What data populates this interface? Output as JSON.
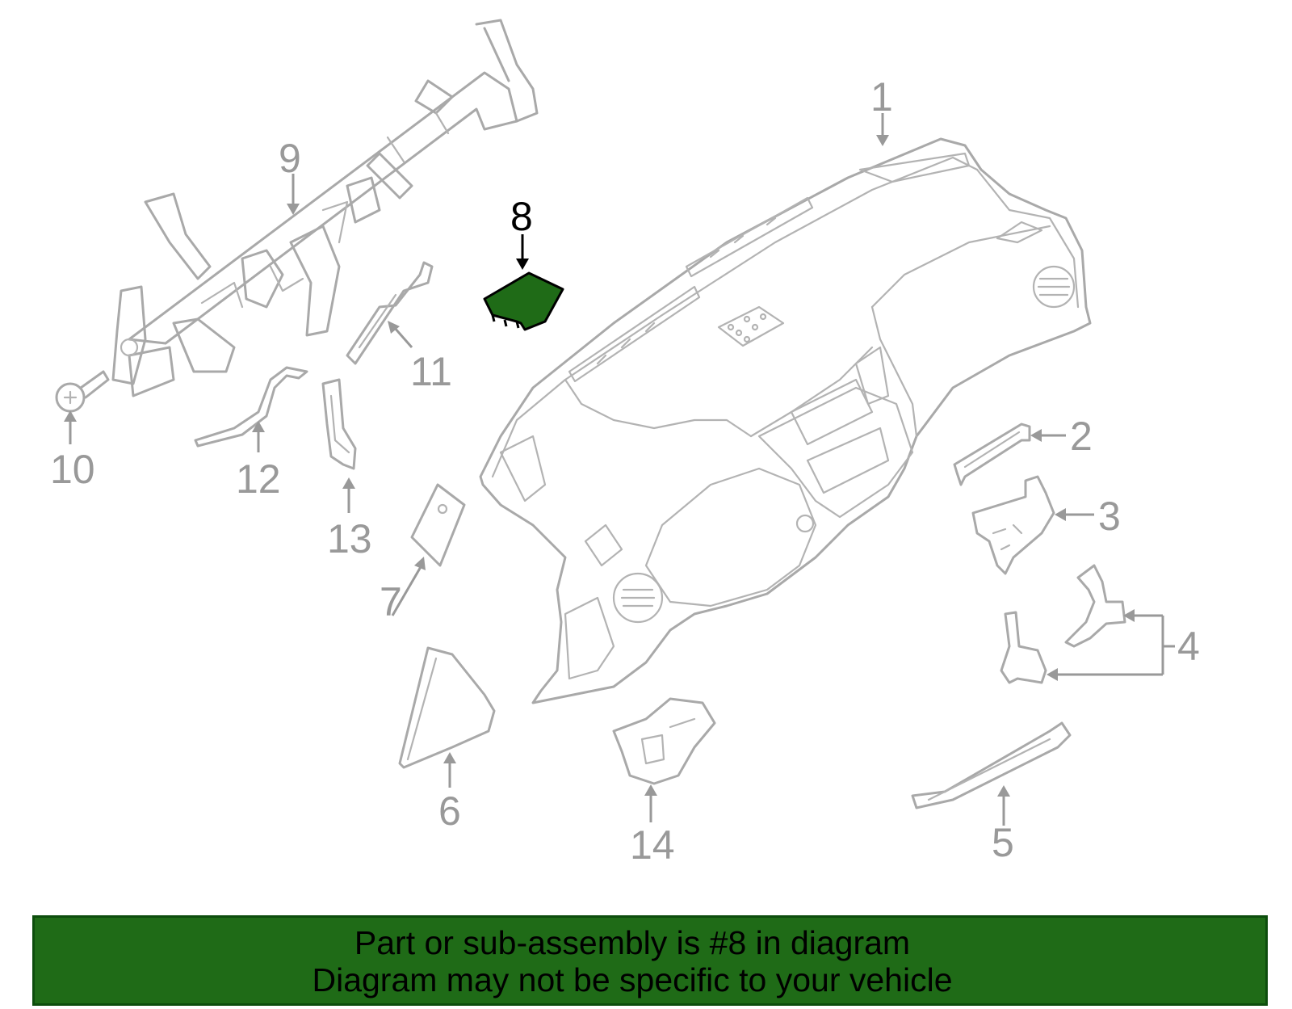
{
  "colors": {
    "highlight": "#1f6b17",
    "line": "#a9a9a9",
    "banner_bg": "#1f6b17"
  },
  "callouts": {
    "c1": "1",
    "c2": "2",
    "c3": "3",
    "c4": "4",
    "c5": "5",
    "c6": "6",
    "c7": "7",
    "c8": "8",
    "c9": "9",
    "c10": "10",
    "c11": "11",
    "c12": "12",
    "c13": "13",
    "c14": "14"
  },
  "banner": {
    "line1": "Part or sub-assembly is #8 in diagram",
    "line2": "Diagram may not be specific to your vehicle"
  }
}
